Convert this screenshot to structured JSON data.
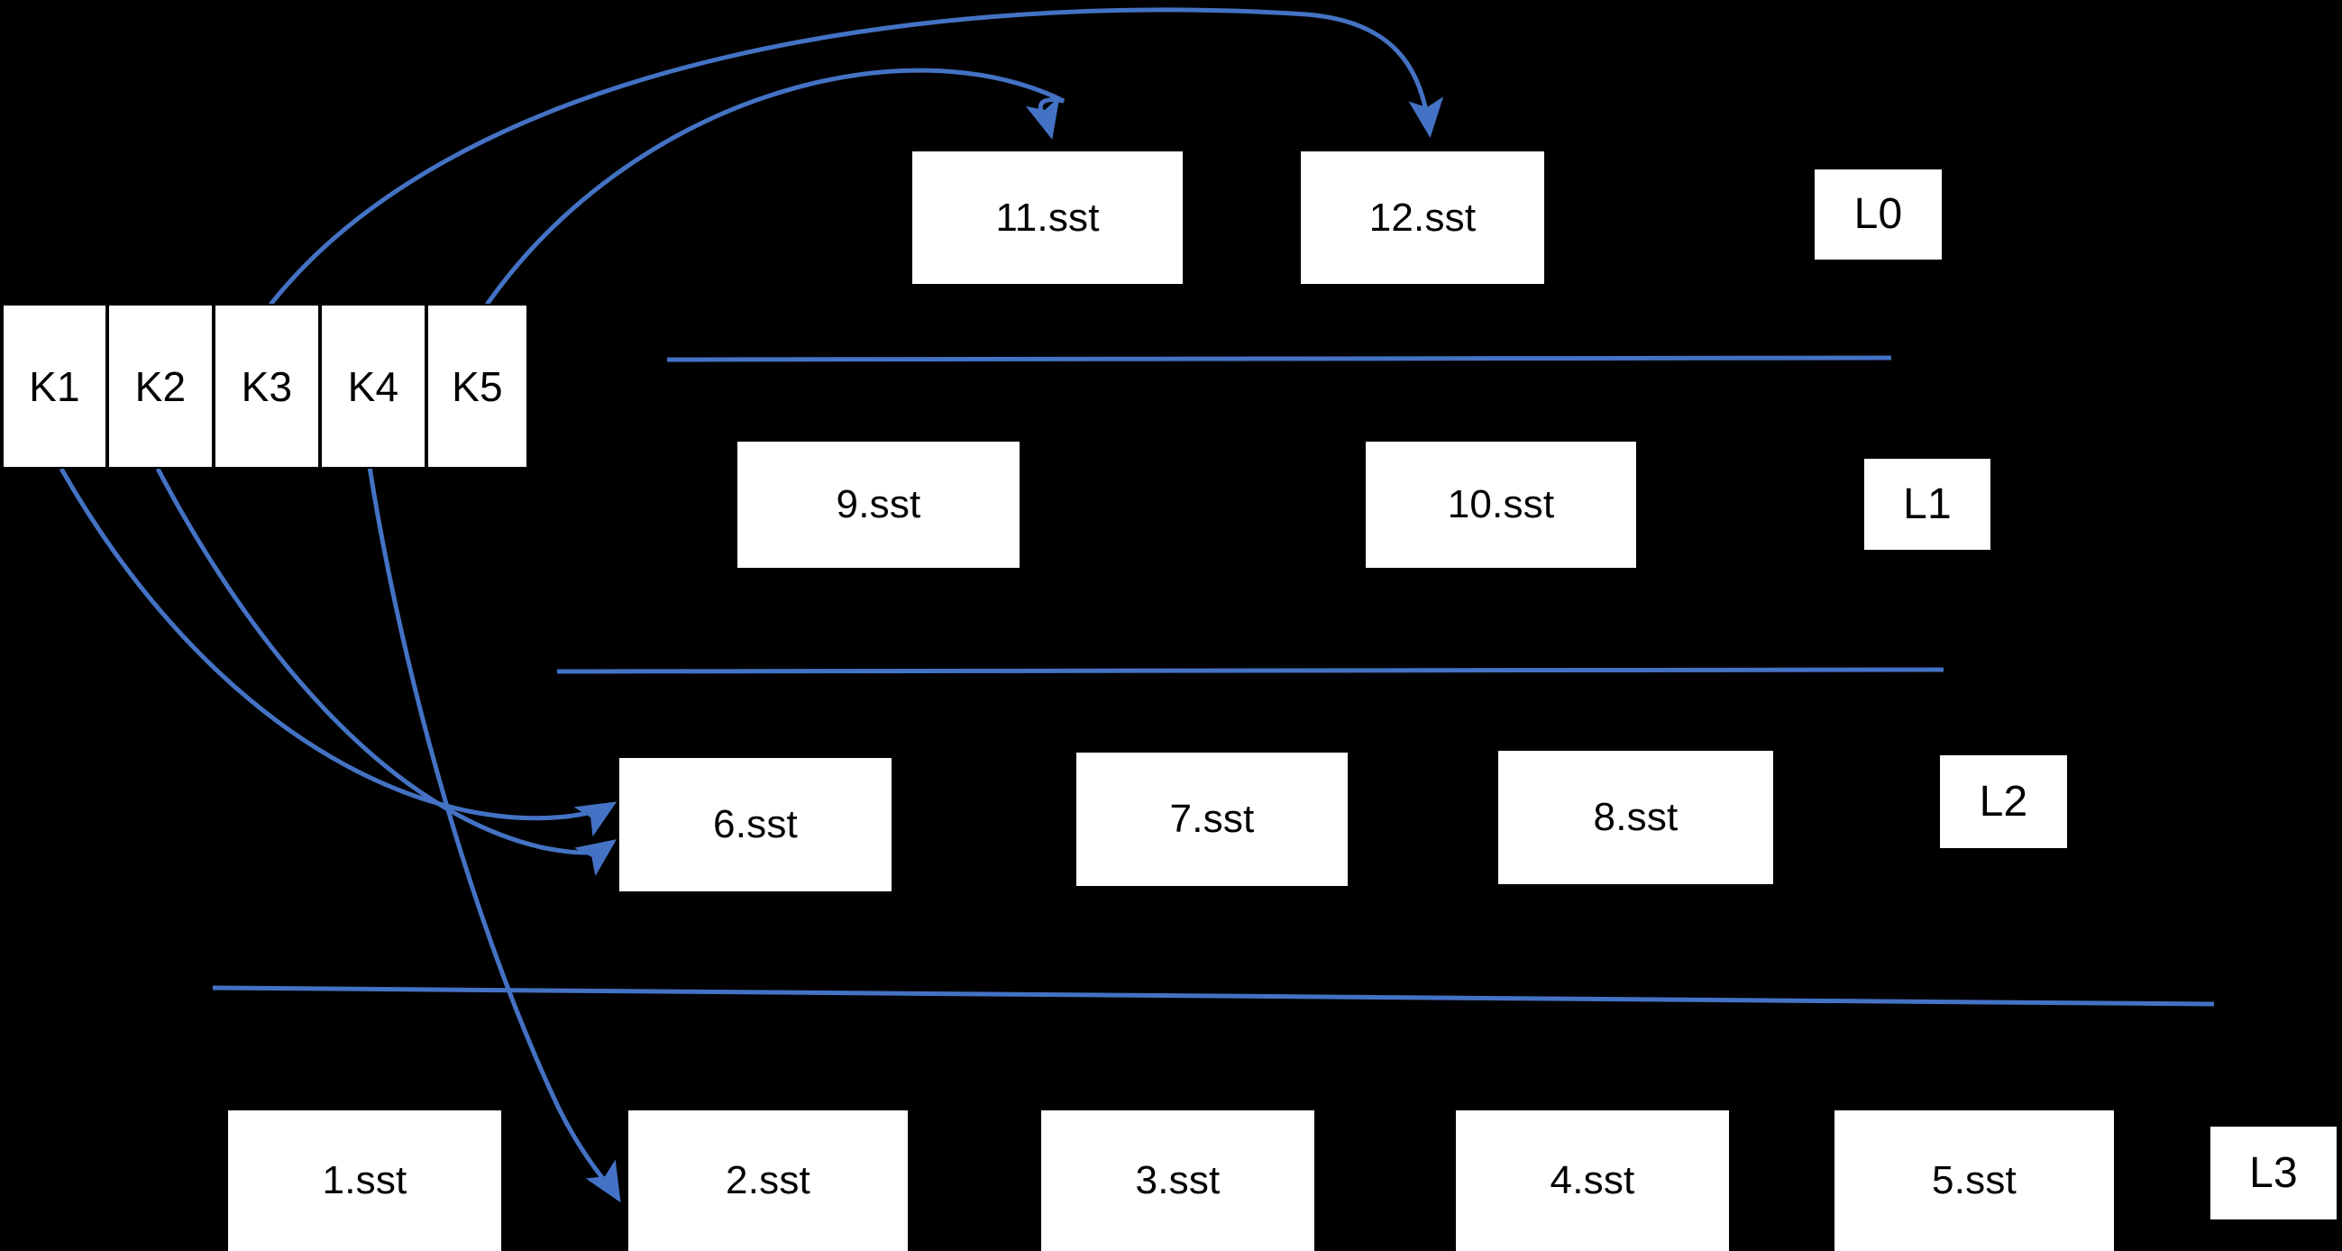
{
  "diagram": {
    "title": "LSM-tree SST level lookup diagram",
    "accent_color": "#4472C4",
    "box_fill": "#FFFFFF",
    "background": "#000000",
    "text_color": "#000000"
  },
  "keys": {
    "label": "key-range-strip",
    "items": [
      {
        "label": "K1"
      },
      {
        "label": "K2"
      },
      {
        "label": "K3"
      },
      {
        "label": "K4"
      },
      {
        "label": "K5"
      }
    ]
  },
  "levels": [
    {
      "name": "L0",
      "label": "L0",
      "files": [
        {
          "label": "11.sst"
        },
        {
          "label": "12.sst"
        }
      ]
    },
    {
      "name": "L1",
      "label": "L1",
      "files": [
        {
          "label": "9.sst"
        },
        {
          "label": "10.sst"
        }
      ]
    },
    {
      "name": "L2",
      "label": "L2",
      "files": [
        {
          "label": "6.sst"
        },
        {
          "label": "7.sst"
        },
        {
          "label": "8.sst"
        }
      ]
    },
    {
      "name": "L3",
      "label": "L3",
      "files": [
        {
          "label": "1.sst"
        },
        {
          "label": "2.sst"
        },
        {
          "label": "3.sst"
        },
        {
          "label": "4.sst"
        },
        {
          "label": "5.sst"
        }
      ]
    }
  ],
  "arrows": [
    {
      "from": "K3",
      "to": "12.sst"
    },
    {
      "from": "K5",
      "to": "11.sst"
    },
    {
      "from": "K1",
      "to": "6.sst"
    },
    {
      "from": "K2",
      "to": "6.sst"
    },
    {
      "from": "K4",
      "to": "2.sst"
    }
  ],
  "dividers": [
    {
      "between": "L0-L1"
    },
    {
      "between": "L1-L2"
    },
    {
      "between": "L2-L3"
    }
  ]
}
